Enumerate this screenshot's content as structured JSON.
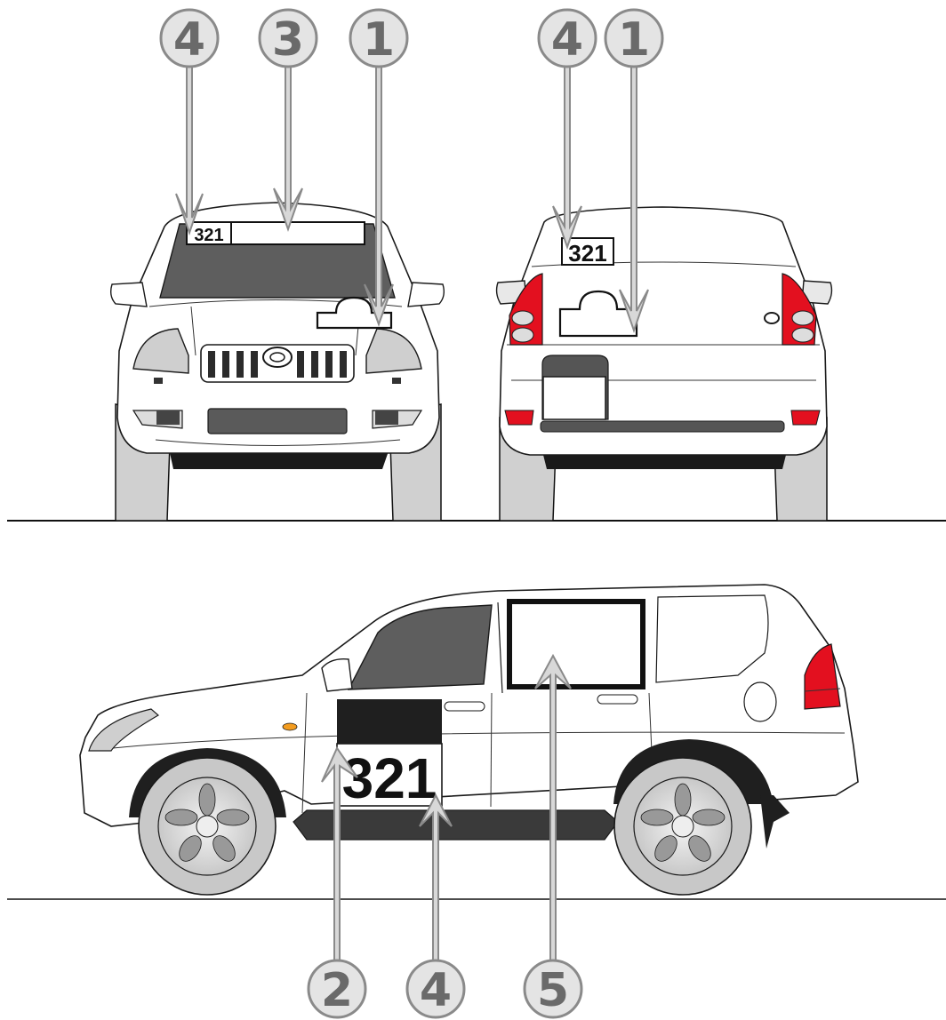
{
  "diagram": {
    "plate_number": "321",
    "callouts": {
      "front_left_number": "4",
      "front_windshield_banner": "3",
      "front_hood_plate": "1",
      "rear_window_number": "4",
      "rear_plate": "1",
      "side_door_panel": "2",
      "side_door_number": "4",
      "side_rear_window": "5"
    },
    "colors": {
      "callout_fill": "#e4e4e4",
      "callout_stroke": "#8a8a8a",
      "arrow_fill": "#d8d8d8",
      "glass": "#5e5e5e",
      "tire": "#cfcfcf",
      "tail_light": "#e3101f",
      "indicator": "#f39c1f"
    }
  }
}
